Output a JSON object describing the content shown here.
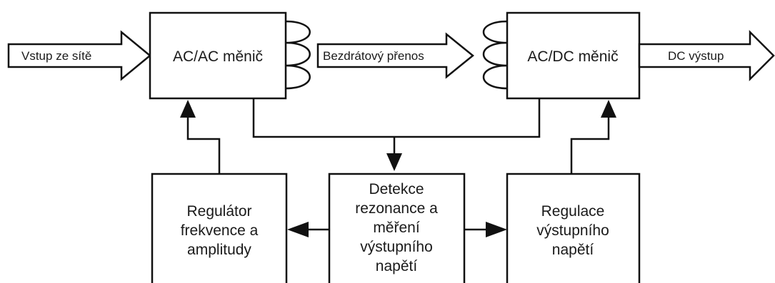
{
  "blocks": {
    "ac_ac": "AC/AC měnič",
    "ac_dc": "AC/DC měnič",
    "regulator": [
      "Regulátor",
      "frekvence a",
      "amplitudy"
    ],
    "detection": [
      "Detekce",
      "rezonance a",
      "měření",
      "výstupního",
      "napětí"
    ],
    "regulation": [
      "Regulace",
      "výstupního",
      "napětí"
    ]
  },
  "arrows": {
    "input": "Vstup ze sítě",
    "wireless": "Bezdrátový přenos",
    "output": "DC výstup"
  }
}
